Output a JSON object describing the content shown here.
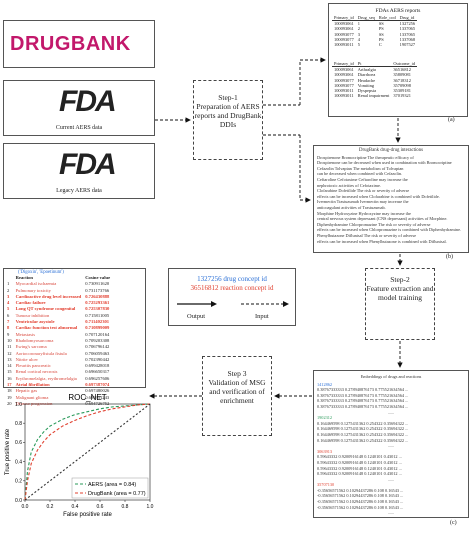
{
  "logos": {
    "drugbank": "DRUGBANK",
    "fda": "FDA",
    "current_label": "Current AERS data",
    "legacy_label": "Legacy AERS data"
  },
  "steps": {
    "step1": "Step-1\nPreparation of AERS reports and DrugBank DDIs",
    "step2": "Step-2\nFeature extraction and model training",
    "step3": "Step 3\nValidation of MSG and verification of enrichment"
  },
  "captions": {
    "a": "(a)",
    "b": "(b)",
    "c": "(c)"
  },
  "fdaers": {
    "title": "FDAs AERS reports",
    "top_headers": [
      "Primary_id",
      "Drug_seq",
      "Role_cod",
      "Drug_id"
    ],
    "top_rows": [
      [
        "100093061",
        "1",
        "SS",
        "1327256"
      ],
      [
        "100093061",
        "2",
        "PS",
        "1337065"
      ],
      [
        "100093077",
        "3",
        "SS",
        "1337065"
      ],
      [
        "100093077",
        "4",
        "PS",
        "1337068"
      ],
      [
        "100093011",
        "5",
        "C",
        "1907527"
      ]
    ],
    "bottom_headers": [
      "Primary_id",
      "Pt",
      "Outcome_id"
    ],
    "bottom_rows": [
      [
        "100093061",
        "Arthralgia",
        "36516812"
      ],
      [
        "100093061",
        "Diarrhoea",
        "35809081"
      ],
      [
        "100093077",
        "Headache",
        "36718312"
      ],
      [
        "100093077",
        "Vomiting",
        "35709098"
      ],
      [
        "100093011",
        "Dyspepsia",
        "35309181"
      ],
      [
        "100093011",
        "Renal impairment",
        "37019321"
      ]
    ]
  },
  "ddi": {
    "title": "DrugBank drug-drug interactions",
    "lines": [
      [
        "Drospirenone  Bromocriptine  The therapeutic efficacy of",
        "b"
      ],
      [
        "Drospirenone can be decreased when used in combination with Bromocriptine",
        "t"
      ],
      [
        "Cefazolin  Tolvaptan  The metabolism of Tolvaptan",
        "b"
      ],
      [
        "can be decreased when combined with Cefazolin.",
        "t"
      ],
      [
        "Ceftaroline  Cefotaxime  Ceftaroline may increase the",
        "b"
      ],
      [
        "nephrotoxic activities of Cefotaxime.",
        "t"
      ],
      [
        "Clofarabine  Dofetilide  The risk or severity of adverse",
        "b"
      ],
      [
        "effects can be increased when Clofarabine is combined with Dofetilide.",
        "t"
      ],
      [
        "Ivermectin  Trastuzumab  Ivermectin may increase the",
        "b"
      ],
      [
        "anticoagulant activities of Trastuzumab.",
        "t"
      ],
      [
        "Morphine  Hydroxyzine  Hydroxyzine may increase the",
        "r"
      ],
      [
        "central nervous system depressant (CNS depressant) activities of Morphine.",
        "t"
      ],
      [
        "Diphenhydramine  Chlorpromazine  The risk or severity of adverse",
        "g"
      ],
      [
        "effects can be increased when Chlorpromazine is combined with Diphenhydramine.",
        "t"
      ],
      [
        "Phenylbutazone  Diflunisal  The risk or severity of adverse",
        "b"
      ],
      [
        "effects can be increased when Phenylbutazone is combined with Diflunisal.",
        "t"
      ]
    ]
  },
  "id_box": {
    "line1": "1327256 drug concept id",
    "line2": "36516812 reaction concept id",
    "output": "Output",
    "input": "Input"
  },
  "reactions": {
    "pair": "('Digoxin', 'Epoetinum')",
    "headers": [
      "",
      "Reaction",
      "Cosine value"
    ],
    "rows": [
      [
        "1",
        "Myocardial ischaemia",
        "0.730911620",
        false
      ],
      [
        "2",
        "Pulmonary toxicity",
        "0.731173766",
        false
      ],
      [
        "3",
        "Cardioactive drug level increased",
        "0.726430888",
        true
      ],
      [
        "4",
        "Cardiac failure",
        "0.725293361",
        true
      ],
      [
        "5",
        "Long QT syndrome congenital",
        "0.725307830",
        true
      ],
      [
        "6",
        "Tumour inhibition",
        "0.715811005",
        false
      ],
      [
        "7",
        "Ventricular asystole",
        "0.711402301",
        true
      ],
      [
        "8",
        "Cardiac function test abnormal",
        "0.710899009",
        true
      ],
      [
        "9",
        "Metastasis",
        "0.707120164",
        false
      ],
      [
        "10",
        "Rhabdomyosarcoma",
        "0.709203308",
        false
      ],
      [
        "11",
        "Ewing's sarcoma",
        "0.706796142",
        false
      ],
      [
        "12",
        "Aortocoronaryfistula fistula",
        "0.706059463",
        false
      ],
      [
        "13",
        "Nitrite ulcer",
        "0.702390442",
        false
      ],
      [
        "14",
        "Pleuritis pancreatic",
        "0.699428018",
        false
      ],
      [
        "15",
        "Renal cortical necrosis",
        "0.696650317",
        false
      ],
      [
        "16",
        "Erythromelalgia, erythromelalgia",
        "0.696257606",
        false
      ],
      [
        "17",
        "Atrial fibrillation",
        "0.697387074",
        true
      ],
      [
        "18",
        "Hepatic gas",
        "0.697480026",
        false
      ],
      [
        "19",
        "Malignant glioma",
        "0.696911243",
        false
      ],
      [
        "20",
        "Disease progression",
        "0.694726752",
        false
      ]
    ]
  },
  "embed": {
    "title": "Embeddings of drugs and reactions",
    "blocks": [
      [
        "1412862",
        "0.38767333333 0.278940876173 0.775521634564 ..."
      ],
      [
        "1902312",
        "0.164469598 0.1275431362 0.254322 0.35694322 ..."
      ],
      [
        "3063913",
        "0.59643332 0.9200916148 0.1240101 0.43012 ..."
      ],
      [
        "35707130",
        "-0.35656571562 0.10294437286 0.108 0.16543 ..."
      ]
    ],
    "ellipsis": "......"
  },
  "chart_data": {
    "type": "line",
    "title": "ROC_NET",
    "xlabel": "False positive rate",
    "ylabel": "True positive rate",
    "xlim": [
      0,
      1.0
    ],
    "ylim": [
      0,
      1.0
    ],
    "xticks": [
      "0.0",
      "0.2",
      "0.4",
      "0.6",
      "0.8",
      "1.0"
    ],
    "yticks": [
      "0.0",
      "0.2",
      "0.4",
      "0.6",
      "0.8",
      "1.0"
    ],
    "legend_position": "bottom-right",
    "series": [
      {
        "name": "AERS (area = 0.84)",
        "color": "#2a9a5a",
        "dash": "3,2",
        "x": [
          0,
          0.02,
          0.05,
          0.1,
          0.15,
          0.2,
          0.3,
          0.4,
          0.5,
          0.6,
          0.7,
          0.8,
          0.9,
          1.0
        ],
        "y": [
          0,
          0.3,
          0.5,
          0.63,
          0.71,
          0.77,
          0.84,
          0.89,
          0.92,
          0.95,
          0.97,
          0.98,
          0.99,
          1.0
        ]
      },
      {
        "name": "DrugBank (area = 0.77)",
        "color": "#e0402f",
        "dash": "3,2",
        "x": [
          0,
          0.02,
          0.05,
          0.1,
          0.15,
          0.2,
          0.3,
          0.4,
          0.5,
          0.6,
          0.7,
          0.8,
          0.9,
          1.0
        ],
        "y": [
          0,
          0.2,
          0.38,
          0.52,
          0.61,
          0.68,
          0.77,
          0.83,
          0.88,
          0.92,
          0.95,
          0.97,
          0.99,
          1.0
        ]
      },
      {
        "name": "",
        "color": "#333333",
        "dash": "2,2",
        "x": [
          0,
          1.0
        ],
        "y": [
          0,
          1.0
        ]
      }
    ]
  }
}
